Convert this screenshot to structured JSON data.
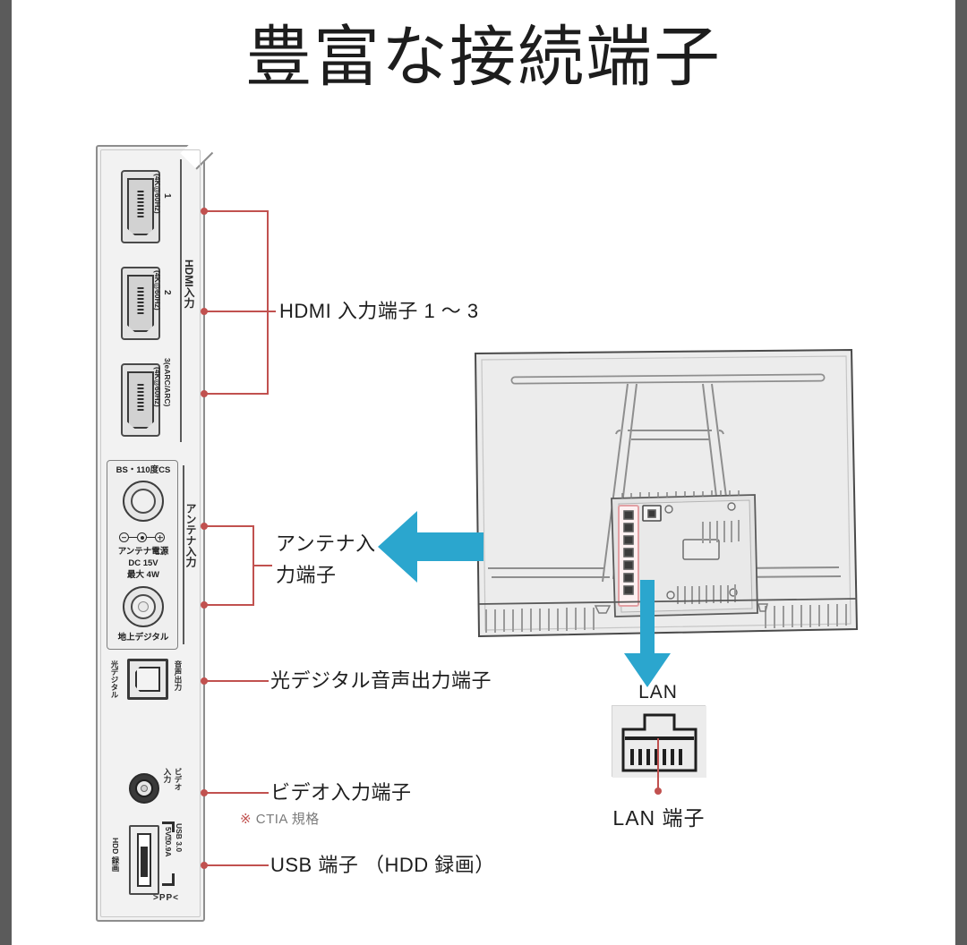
{
  "page": {
    "title": "豊富な接続端子",
    "accent_red": "#c1514f",
    "accent_blue": "#2ba6ce",
    "panel_bg": "#f2f2f2",
    "background": "#ffffff",
    "gutter_color": "#5b5b5b"
  },
  "panel": {
    "name": "terminal-panel",
    "hdmi": {
      "group_label": "HDMI入力",
      "ports": [
        {
          "index": "1",
          "spec": "(4K@60Hz)"
        },
        {
          "index": "2",
          "spec": "(4K@60Hz)"
        },
        {
          "index": "3(eARC/ARC)",
          "spec": "(4K@60Hz)"
        }
      ]
    },
    "antenna": {
      "group_label": "アンテナ入力",
      "bs_label": "BS・110度CS",
      "power_line1": "アンテナ電源",
      "power_line2": "DC 15V",
      "power_line3": "最大 4W",
      "terrestrial_label": "地上デジタル"
    },
    "optical": {
      "left_label": "光デジタル",
      "right_label": "音声出力"
    },
    "video": {
      "label_line1": "ビデオ",
      "label_line2": "入力"
    },
    "usb": {
      "left_label": "HDD 録画",
      "spec_line1": "USB 3.0",
      "spec_line2": "5V⍰0.9A",
      "recycle_mark": ">PP<"
    }
  },
  "callouts": [
    {
      "id": "hdmi",
      "text": "HDMI 入力端子 1 ～ 3"
    },
    {
      "id": "antenna1",
      "text": "アンテナ入"
    },
    {
      "id": "antenna2",
      "text": "力端子"
    },
    {
      "id": "optical",
      "text": "光デジタル音声出力端子"
    },
    {
      "id": "video",
      "text": "ビデオ入力端子"
    },
    {
      "id": "usb",
      "text": "USB 端子 （HDD 録画）"
    }
  ],
  "notes": {
    "ctia_star": "※",
    "ctia_text": "CTIA 規格"
  },
  "lan": {
    "arrow_label": "LAN",
    "caption": "LAN 端子"
  },
  "tv": {
    "name": "tv-rear-illustration",
    "alt": "テレビ背面図"
  }
}
